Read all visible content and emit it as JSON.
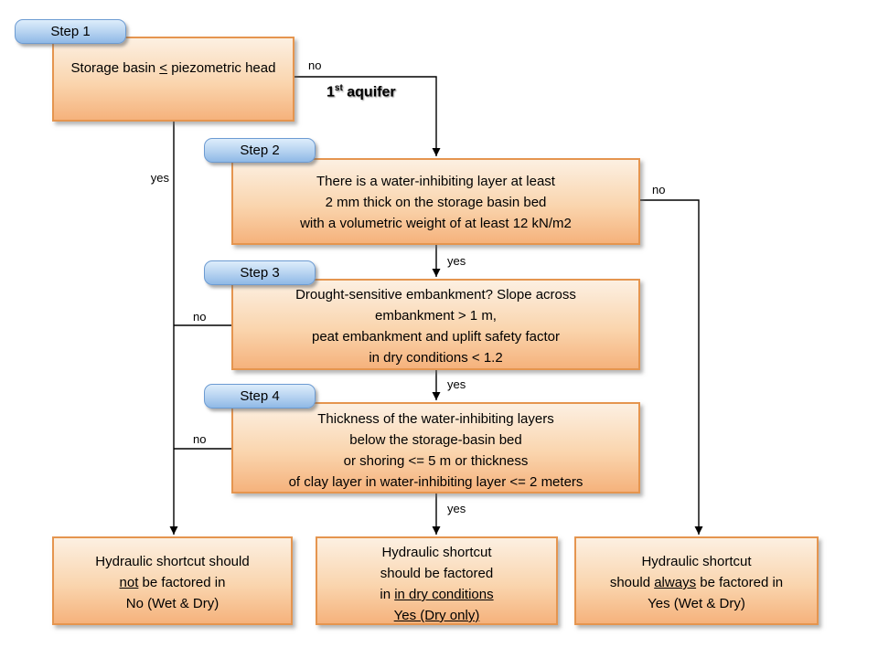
{
  "colors": {
    "background": "#FFFFFF",
    "step_box_border": "#E5954F",
    "step_box_fill_top": "#FCF0E2",
    "step_box_fill_bottom": "#F5B27C",
    "badge_border": "#6C9BD2",
    "badge_fill_top": "#DDEDFB",
    "badge_fill_bottom": "#8FB9E6",
    "arrow": "#000000",
    "text": "#000000"
  },
  "steps": [
    {
      "id": "step1",
      "badge": "Step 1",
      "lines": [
        [
          {
            "t": "Storage basin "
          },
          {
            "t": "<",
            "u": true
          },
          {
            "t": " piezometric head"
          }
        ]
      ]
    },
    {
      "id": "step2",
      "badge": "Step 2",
      "lines": [
        [
          {
            "t": "There is a water-inhibiting layer at least"
          }
        ],
        [
          {
            "t": "2 mm thick on the storage basin bed"
          }
        ],
        [
          {
            "t": "with a volumetric weight of at least 12 kN/m2"
          }
        ]
      ]
    },
    {
      "id": "step3",
      "badge": "Step 3",
      "lines": [
        [
          {
            "t": "Drought-sensitive embankment? Slope across"
          }
        ],
        [
          {
            "t": "embankment > 1 m,"
          }
        ],
        [
          {
            "t": "peat embankment and uplift safety factor"
          }
        ],
        [
          {
            "t": "in dry conditions < 1.2"
          }
        ]
      ]
    },
    {
      "id": "step4",
      "badge": "Step 4",
      "lines": [
        [
          {
            "t": "Thickness of the water-inhibiting layers"
          }
        ],
        [
          {
            "t": "below the storage-basin bed"
          }
        ],
        [
          {
            "t": "or shoring <= 5 m or thickness"
          }
        ],
        [
          {
            "t": "of clay layer in water-inhibiting layer <= 2 meters"
          }
        ]
      ]
    }
  ],
  "outcomes": [
    {
      "id": "outcome-not-factored",
      "lines": [
        [
          {
            "t": "Hydraulic shortcut should"
          }
        ],
        [
          {
            "t": "not",
            "u": true
          },
          {
            "t": " be factored in"
          }
        ],
        [
          {
            "t": "No (Wet & Dry)"
          }
        ]
      ]
    },
    {
      "id": "outcome-dry-only",
      "lines": [
        [
          {
            "t": "Hydraulic shortcut"
          }
        ],
        [
          {
            "t": "should be factored"
          }
        ],
        [
          {
            "t": "in "
          },
          {
            "t": "in dry conditions",
            "u": true
          }
        ],
        [
          {
            "t": "Yes (Dry only)",
            "u": true
          }
        ]
      ]
    },
    {
      "id": "outcome-always",
      "lines": [
        [
          {
            "t": "Hydraulic shortcut"
          }
        ],
        [
          {
            "t": "should "
          },
          {
            "t": "always",
            "u": true
          },
          {
            "t": " be factored in"
          }
        ],
        [
          {
            "t": "Yes (Wet & Dry)"
          }
        ]
      ]
    }
  ],
  "edge_labels": {
    "step1_no": "no",
    "aquifer": [
      [
        {
          "t": "1"
        },
        {
          "t": "st",
          "sup": true
        },
        {
          "t": " aquifer"
        }
      ]
    ],
    "step1_yes": "yes",
    "step2_yes": "yes",
    "step2_no": "no",
    "step3_no": "no",
    "step3_yes": "yes",
    "step4_no": "no",
    "step4_yes": "yes"
  }
}
